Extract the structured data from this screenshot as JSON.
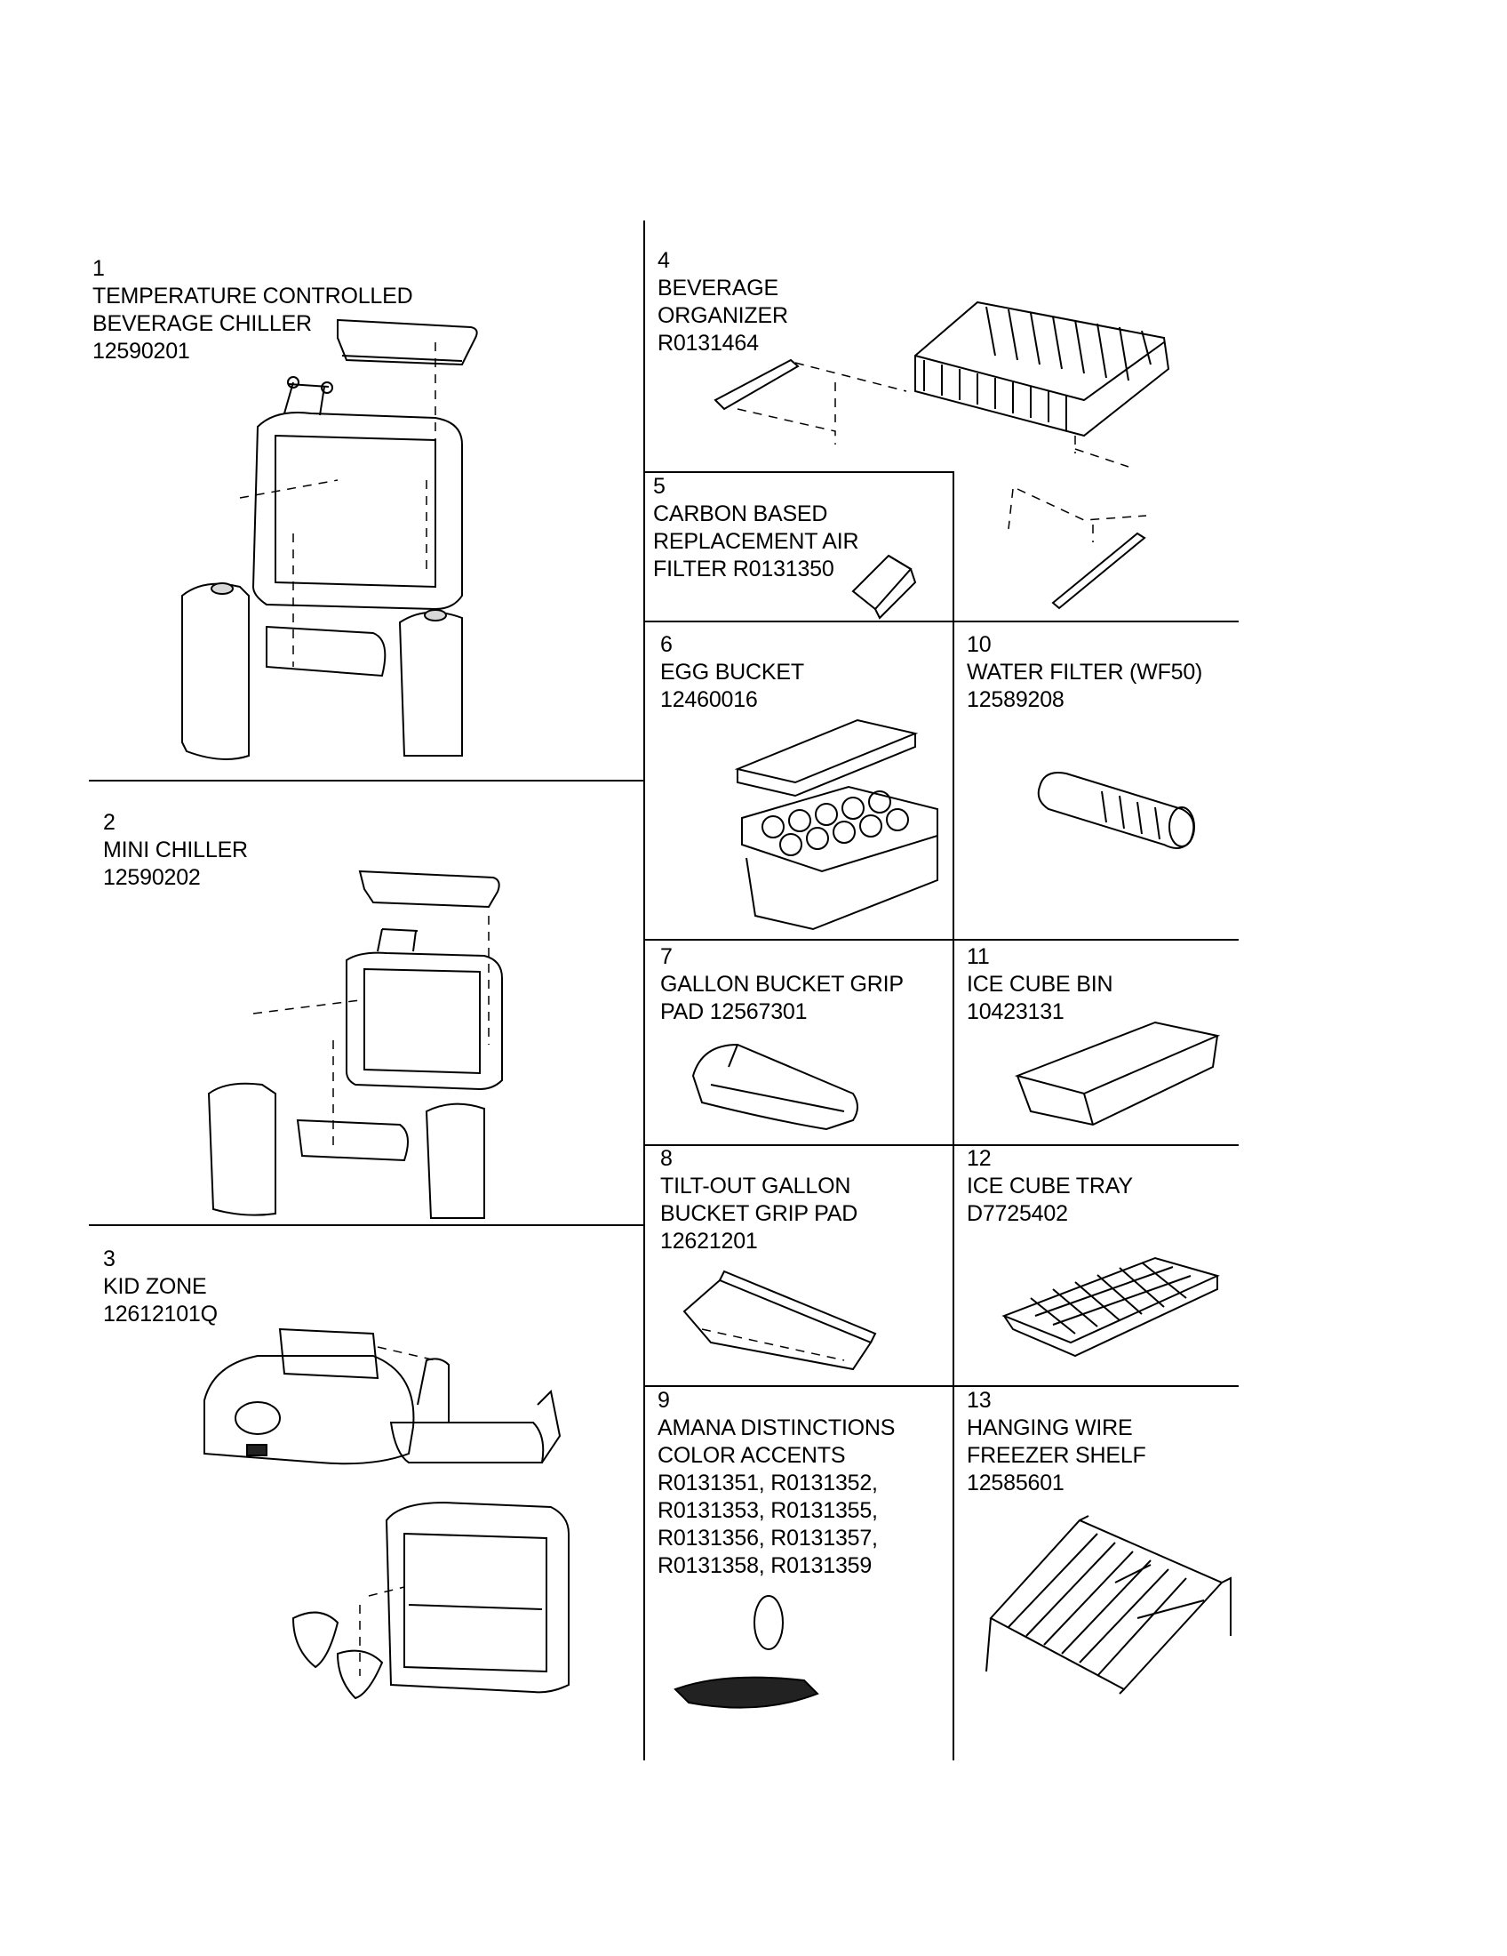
{
  "parts": [
    {
      "num": "1",
      "lines": [
        "TEMPERATURE CONTROLLED",
        "BEVERAGE CHILLER",
        "12590201"
      ],
      "icon": "beverage-chiller-icon"
    },
    {
      "num": "2",
      "lines": [
        "MINI CHILLER",
        "12590202"
      ],
      "icon": "mini-chiller-icon"
    },
    {
      "num": "3",
      "lines": [
        "KID ZONE",
        "12612101Q"
      ],
      "icon": "kid-zone-icon"
    },
    {
      "num": "4",
      "lines": [
        "BEVERAGE",
        "ORGANIZER",
        "R0131464"
      ],
      "icon": "beverage-organizer-icon"
    },
    {
      "num": "5",
      "lines": [
        "CARBON BASED",
        "REPLACEMENT AIR",
        "FILTER R0131350"
      ],
      "icon": "air-filter-icon"
    },
    {
      "num": "6",
      "lines": [
        "EGG BUCKET",
        "12460016"
      ],
      "icon": "egg-bucket-icon"
    },
    {
      "num": "7",
      "lines": [
        "GALLON BUCKET GRIP",
        "PAD 12567301"
      ],
      "icon": "grip-pad-icon"
    },
    {
      "num": "8",
      "lines": [
        "TILT-OUT GALLON",
        "BUCKET GRIP PAD",
        "12621201"
      ],
      "icon": "tilt-out-grip-pad-icon"
    },
    {
      "num": "9",
      "lines": [
        "AMANA DISTINCTIONS",
        "COLOR ACCENTS",
        "R0131351, R0131352,",
        "R0131353, R0131355,",
        "R0131356, R0131357,",
        "R0131358, R0131359"
      ],
      "icon": "color-accents-icon"
    },
    {
      "num": "10",
      "lines": [
        "WATER FILTER (WF50)",
        "12589208"
      ],
      "icon": "water-filter-icon"
    },
    {
      "num": "11",
      "lines": [
        "ICE CUBE BIN",
        "10423131"
      ],
      "icon": "ice-cube-bin-icon"
    },
    {
      "num": "12",
      "lines": [
        "ICE CUBE TRAY",
        "D7725402"
      ],
      "icon": "ice-cube-tray-icon"
    },
    {
      "num": "13",
      "lines": [
        "HANGING WIRE",
        "FREEZER SHELF",
        "12585601"
      ],
      "icon": "wire-shelf-icon"
    }
  ]
}
